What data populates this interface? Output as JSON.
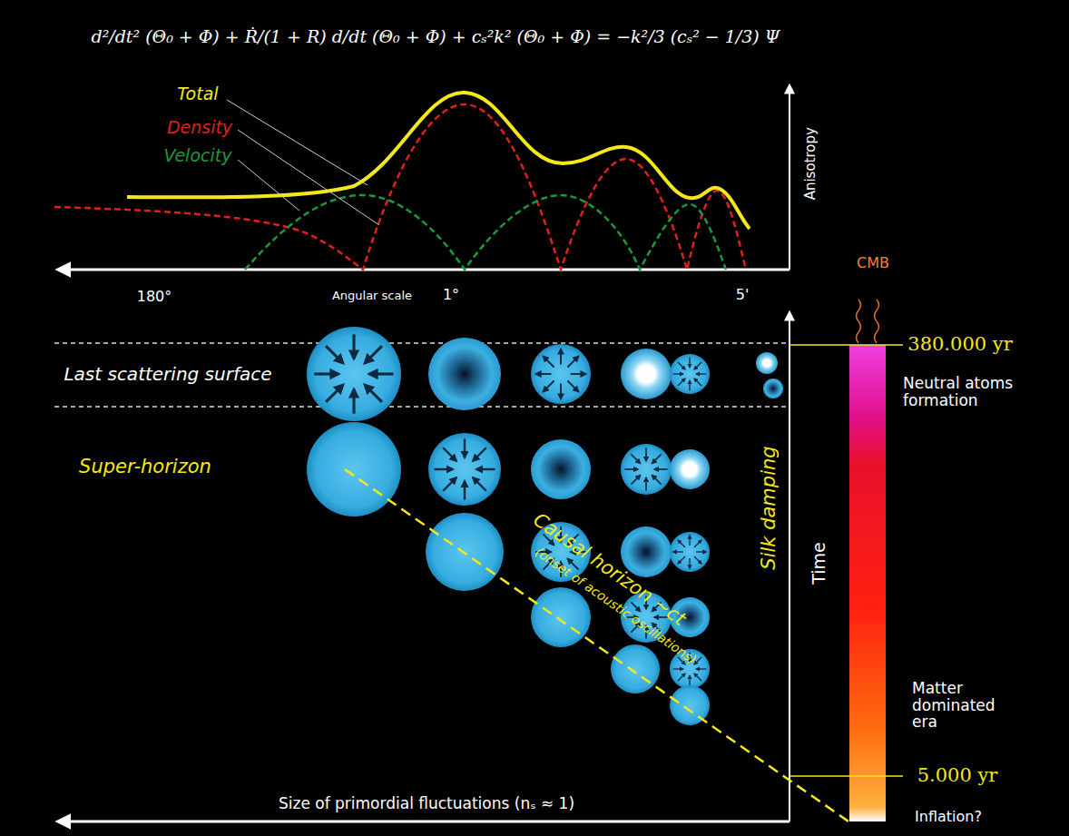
{
  "diagram": {
    "labels": [
      "d²/dt² (Θ₀ + Φ) + Ṙ/(1 + R) d/dt (Θ₀ + Φ) + cₛ²k² (Θ₀ + Φ) = −k²/3 (cₛ² − 1/3) Ψ",
      "Total",
      "Density",
      "Velocity",
      "Anisotropy",
      "180°",
      "Angular scale",
      "1°",
      "5'",
      "CMB",
      "380.000 yr",
      "Neutral atoms formation",
      "Last scattering surface",
      "Super-horizon",
      "Silk damping",
      "Time",
      "Causal horizon ~ct",
      "(onset of acoustic oscillations)",
      "Matter dominated era",
      "5.000 yr",
      "Inflation?",
      "Size of primordial fluctuations (nₛ ≈ 1)"
    ]
  }
}
